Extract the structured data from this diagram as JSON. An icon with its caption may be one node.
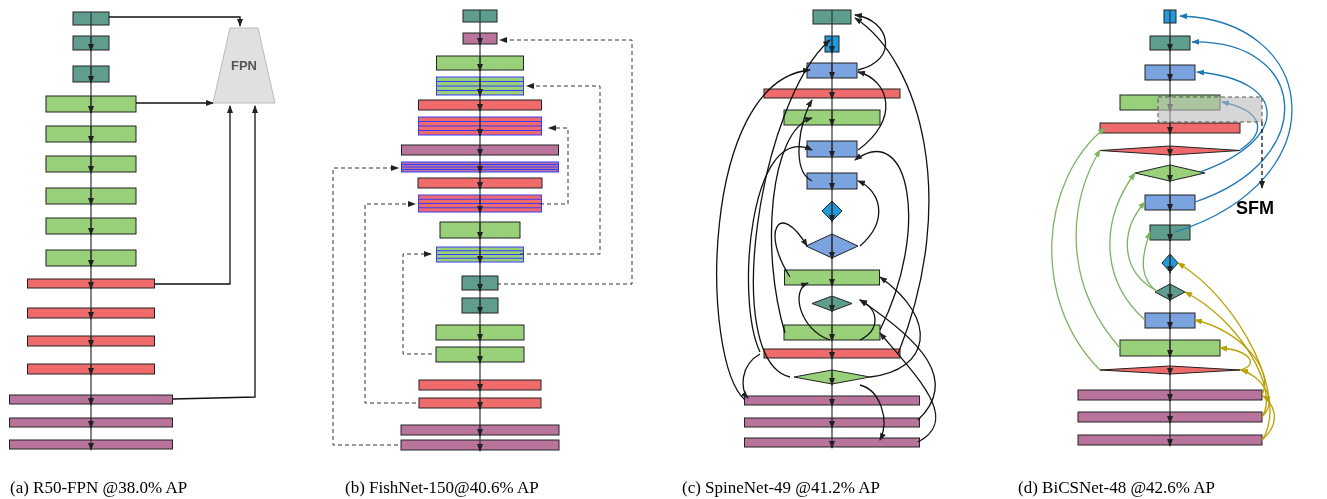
{
  "diagram": {
    "nodes": [
      {
        "text": [
          "FPN"
        ]
      }
    ],
    "labels": [
      "SFM",
      "(a) R50-FPN @38.0% AP",
      "(b) FishNet-150@40.6% AP",
      "(c) SpineNet-49 @41.2% AP",
      "(d) BiCSNet-48 @42.6% AP"
    ]
  }
}
